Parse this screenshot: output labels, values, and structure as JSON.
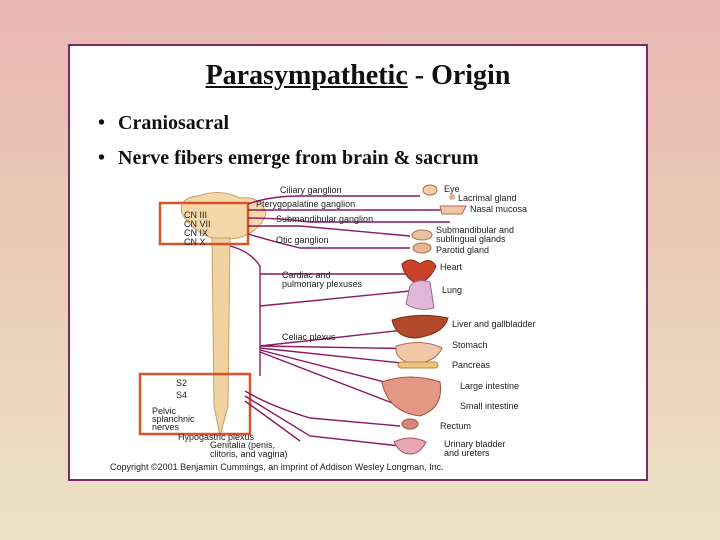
{
  "slide": {
    "title_main": "Parasympathetic",
    "title_rest": " - Origin",
    "bullets": [
      "Craniosacral",
      "Nerve fibers emerge from brain & sacrum"
    ]
  },
  "diagram": {
    "cranial_nerves": [
      "CN III",
      "CN VII",
      "CN IX",
      "CN X"
    ],
    "sacral_segments": [
      "S2",
      "S4"
    ],
    "ganglia": {
      "ciliary": "Ciliary ganglion",
      "pterygopalatine": "Pterygopalatine ganglion",
      "submandibular": "Submandibular ganglion",
      "otic": "Otic ganglion",
      "cardiac_pulmonary_1": "Cardiac and",
      "cardiac_pulmonary_2": "pulmonary plexuses",
      "celiac": "Celiac plexus",
      "pelvic_1": "Pelvic",
      "pelvic_2": "splanchnic",
      "pelvic_3": "nerves",
      "hypogastric": "Hypogastric plexus",
      "genitalia_1": "Genitalia (penis,",
      "genitalia_2": "clitoris, and vagina)"
    },
    "organs": {
      "eye": "Eye",
      "lacrimal": "Lacrimal gland",
      "nasal": "Nasal mucosa",
      "submandibular_1": "Submandibular and",
      "submandibular_2": "sublingual glands",
      "parotid": "Parotid gland",
      "heart": "Heart",
      "lung": "Lung",
      "liver": "Liver and gallbladder",
      "stomach": "Stomach",
      "pancreas": "Pancreas",
      "large_intestine": "Large intestine",
      "small_intestine": "Small intestine",
      "rectum": "Rectum",
      "urinary_1": "Urinary bladder",
      "urinary_2": "and ureters"
    },
    "copyright": "Copyright ©2001 Benjamin Cummings, an imprint of Addison Wesley Longman, Inc.",
    "colors": {
      "nerve": "#8a1a63",
      "highlight_box": "#d9532b",
      "frame": "#7b2a6e"
    }
  }
}
